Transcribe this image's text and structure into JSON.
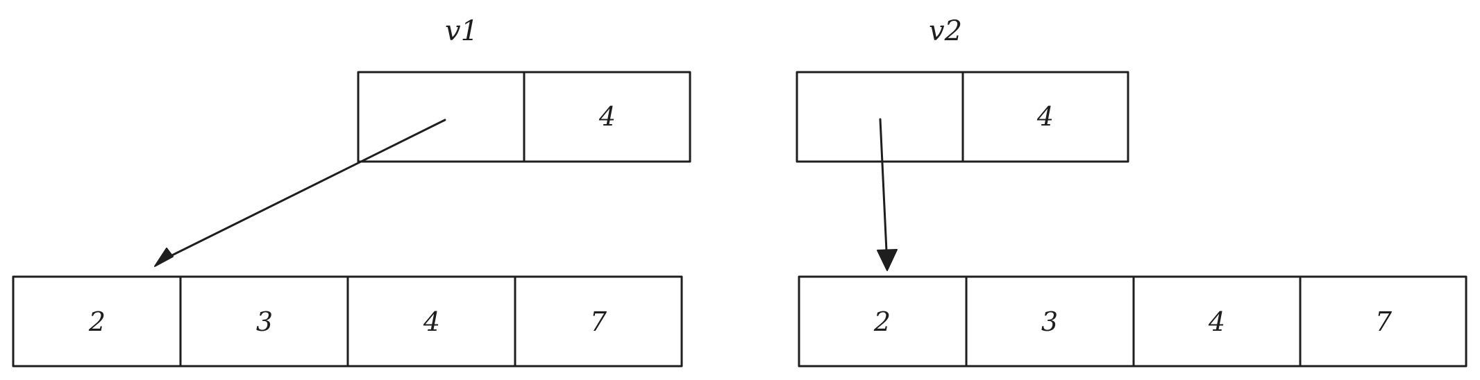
{
  "diagram": {
    "left": {
      "title": "v1",
      "header_cells": [
        "",
        "4"
      ],
      "array_cells": [
        "2",
        "3",
        "4",
        "7"
      ]
    },
    "right": {
      "title": "v2",
      "header_cells": [
        "",
        "4"
      ],
      "array_cells": [
        "2",
        "3",
        "4",
        "7"
      ]
    }
  },
  "colors": {
    "stroke": "#1e1e1e",
    "background": "#ffffff"
  }
}
